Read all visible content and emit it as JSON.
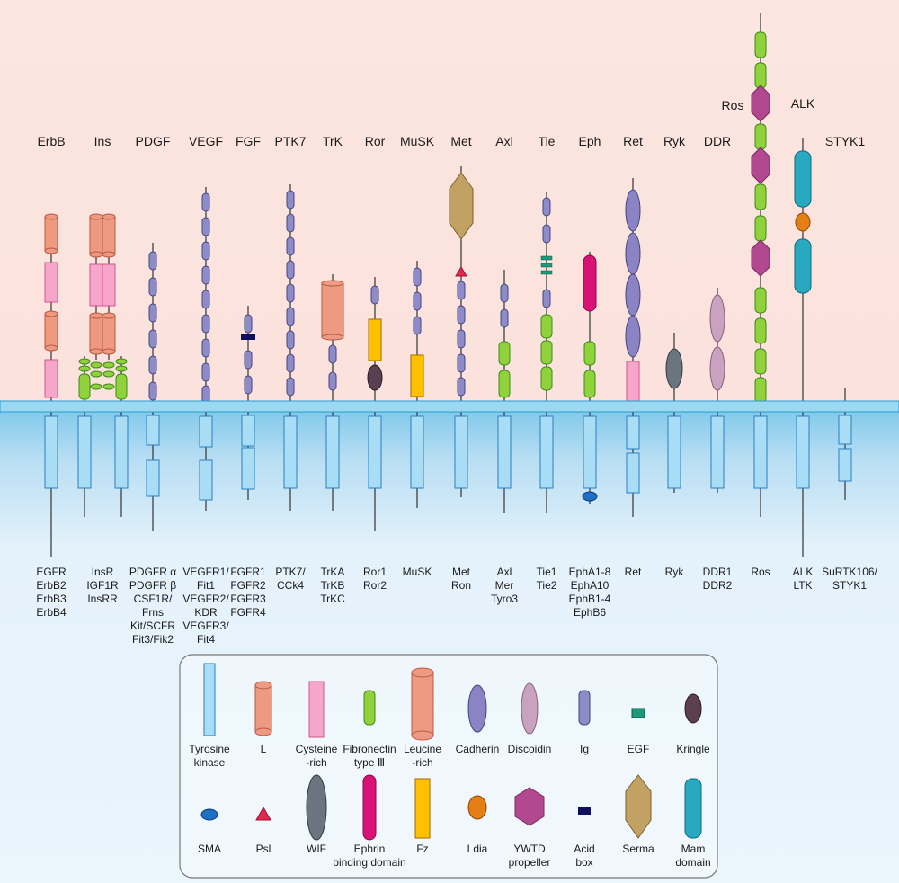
{
  "families": [
    {
      "id": "erbb",
      "name": "ErbB",
      "members": [
        "EGFR",
        "ErbB2",
        "ErbB3",
        "ErbB4"
      ]
    },
    {
      "id": "ins",
      "name": "Ins",
      "members": [
        "InsR",
        "IGF1R",
        "InsRR"
      ]
    },
    {
      "id": "pdgf",
      "name": "PDGF",
      "members": [
        "PDGFR α",
        "PDGFR β",
        "CSF1R/",
        "Frns",
        "Kit/SCFR",
        "Fit3/Fik2"
      ]
    },
    {
      "id": "vegf",
      "name": "VEGF",
      "members": [
        "VEGFR1/",
        "Fit1",
        "VEGFR2/",
        "KDR",
        "VEGFR3/",
        "Fit4"
      ]
    },
    {
      "id": "fgf",
      "name": "FGF",
      "members": [
        "FGFR1",
        "FGFR2",
        "FGFR3",
        "FGFR4"
      ]
    },
    {
      "id": "ptk7",
      "name": "PTK7",
      "members": [
        "PTK7/",
        "CCk4"
      ]
    },
    {
      "id": "trk",
      "name": "TrK",
      "members": [
        "TrKA",
        "TrKB",
        "TrKC"
      ]
    },
    {
      "id": "ror",
      "name": "Ror",
      "members": [
        "Ror1",
        "Ror2"
      ]
    },
    {
      "id": "musk",
      "name": "MuSK",
      "members": [
        "MuSK"
      ]
    },
    {
      "id": "met",
      "name": "Met",
      "members": [
        "Met",
        "Ron"
      ]
    },
    {
      "id": "axl",
      "name": "Axl",
      "members": [
        "Axl",
        "Mer",
        "Tyro3"
      ]
    },
    {
      "id": "tie",
      "name": "Tie",
      "members": [
        "Tie1",
        "Tie2"
      ]
    },
    {
      "id": "eph",
      "name": "Eph",
      "members": [
        "EphA1-8",
        "EphA10",
        "EphB1-4",
        "EphB6"
      ]
    },
    {
      "id": "ret",
      "name": "Ret",
      "members": [
        "Ret"
      ]
    },
    {
      "id": "ryk",
      "name": "Ryk",
      "members": [
        "Ryk"
      ]
    },
    {
      "id": "ddr",
      "name": "DDR",
      "members": [
        "DDR1",
        "DDR2"
      ]
    },
    {
      "id": "ros",
      "name": "Ros",
      "members": [
        "Ros"
      ]
    },
    {
      "id": "alk",
      "name": "ALK",
      "members": [
        "ALK",
        "LTK"
      ]
    },
    {
      "id": "styk1",
      "name": "STYK1",
      "members": [
        "SuRTK106/",
        "STYK1"
      ]
    }
  ],
  "legend": [
    {
      "key": "tyrosine-kinase",
      "label": [
        "Tyrosine",
        "kinase"
      ]
    },
    {
      "key": "l",
      "label": [
        "L"
      ]
    },
    {
      "key": "cysteine-rich",
      "label": [
        "Cysteine",
        "-rich"
      ]
    },
    {
      "key": "fibronectin",
      "label": [
        "Fibronectin",
        "type Ⅲ"
      ]
    },
    {
      "key": "leucine-rich",
      "label": [
        "Leucine",
        "-rich"
      ]
    },
    {
      "key": "cadherin",
      "label": [
        "Cadherin"
      ]
    },
    {
      "key": "discoidin",
      "label": [
        "Discoidin"
      ]
    },
    {
      "key": "ig",
      "label": [
        "Ig"
      ]
    },
    {
      "key": "egf",
      "label": [
        "EGF"
      ]
    },
    {
      "key": "kringle",
      "label": [
        "Kringle"
      ]
    },
    {
      "key": "sma",
      "label": [
        "SMA"
      ]
    },
    {
      "key": "psl",
      "label": [
        "Psl"
      ]
    },
    {
      "key": "wif",
      "label": [
        "WIF"
      ]
    },
    {
      "key": "ephrin-binding",
      "label": [
        "Ephrin",
        "binding domain"
      ]
    },
    {
      "key": "fz",
      "label": [
        "Fz"
      ]
    },
    {
      "key": "ldia",
      "label": [
        "Ldia"
      ]
    },
    {
      "key": "ywtd",
      "label": [
        "YWTD",
        "propeller"
      ]
    },
    {
      "key": "acid-box",
      "label": [
        "Acid",
        "box"
      ]
    },
    {
      "key": "serma",
      "label": [
        "Serma"
      ]
    },
    {
      "key": "mam",
      "label": [
        "Mam",
        "domain"
      ]
    }
  ],
  "colors": {
    "tk": "#a9dcf5",
    "tk_stroke": "#2a7fc0",
    "l": "#ee9a82",
    "l_stroke": "#b85a44",
    "cys": "#f6a6cb",
    "cys_stroke": "#d0568f",
    "fn": "#8fd23c",
    "fn_stroke": "#3d8a1a",
    "ig": "#8c8cc8",
    "ig_stroke": "#44447e",
    "cadherin": "#8a84c4",
    "discoidin": "#c8a2be",
    "egf": "#1a9a7a",
    "kringle": "#5a4050",
    "sma": "#1f6fc2",
    "psl": "#e02850",
    "wif": "#6a7580",
    "ephrin": "#d81276",
    "fz": "#ffc000",
    "ldia": "#e67e16",
    "ywtd": "#b24890",
    "acid": "#101060",
    "serma": "#c2a262",
    "mam": "#2aa8c0",
    "membrane": "#9bd8f2",
    "bg_top": "#fbe3dd",
    "bg_bottom": "#e6f3fc"
  }
}
